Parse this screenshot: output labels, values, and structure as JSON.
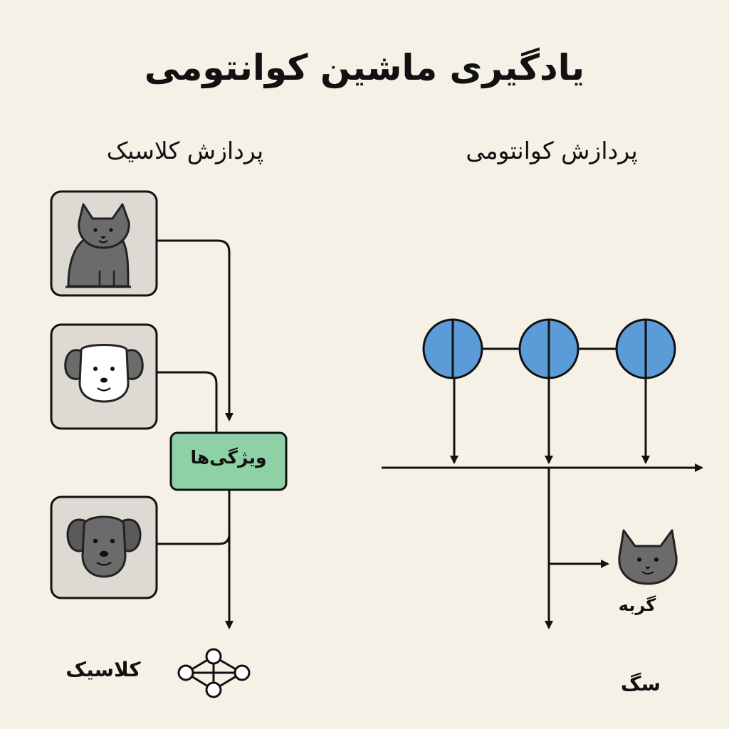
{
  "title": "یادگیری ماشین کوانتومی",
  "classical": {
    "heading": "پردازش کلاسیک",
    "features_label": "ویژگی‌ها",
    "output_label": "کلاسیک",
    "inputs": [
      {
        "icon": "cat-icon"
      },
      {
        "icon": "light-dog-icon"
      },
      {
        "icon": "dark-dog-icon"
      }
    ],
    "output_icon": "neural-network-icon"
  },
  "quantum": {
    "heading": "پردازش کوانتومی",
    "qubit_count": 3,
    "qubit_icon": "qubit-icon",
    "outputs": [
      {
        "label": "گربه",
        "icon": "cat-face-icon"
      },
      {
        "label": "سگ"
      }
    ]
  },
  "colors": {
    "background": "#f6f1e6",
    "input_box": "#dedad3",
    "features_box": "#8fd1a6",
    "qubit": "#5b9bd8",
    "icon_gray": "#6b6b6b",
    "stroke": "#111111"
  }
}
